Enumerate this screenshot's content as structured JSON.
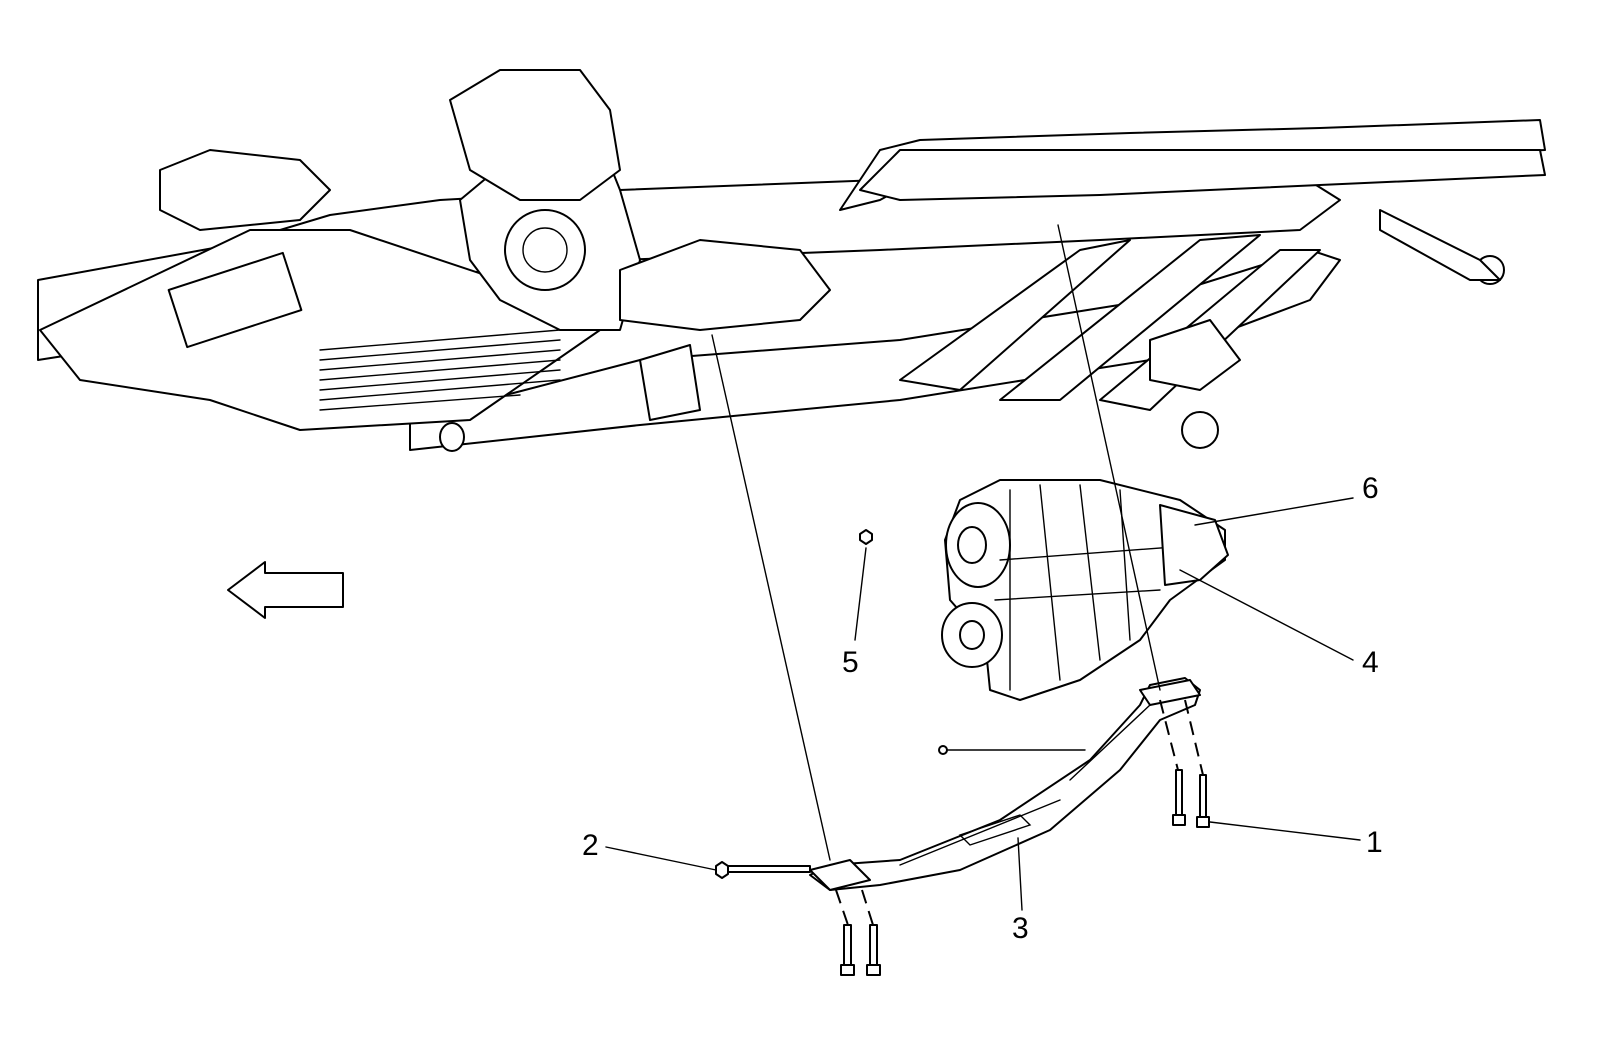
{
  "callouts": [
    {
      "id": "1",
      "label": "1",
      "part": "transfer-case-mount-bolt"
    },
    {
      "id": "2",
      "label": "2",
      "part": "crossmember-bolt"
    },
    {
      "id": "3",
      "label": "3",
      "part": "transmission-support-crossmember"
    },
    {
      "id": "4",
      "label": "4",
      "part": "transfer-case-stud"
    },
    {
      "id": "5",
      "label": "5",
      "part": "nut"
    },
    {
      "id": "6",
      "label": "6",
      "part": "transfer-case"
    }
  ],
  "direction_indicator": {
    "icon": "arrow-left-icon",
    "meaning": "front-of-vehicle"
  },
  "colors": {
    "line": "#000000",
    "fill": "#ffffff"
  }
}
